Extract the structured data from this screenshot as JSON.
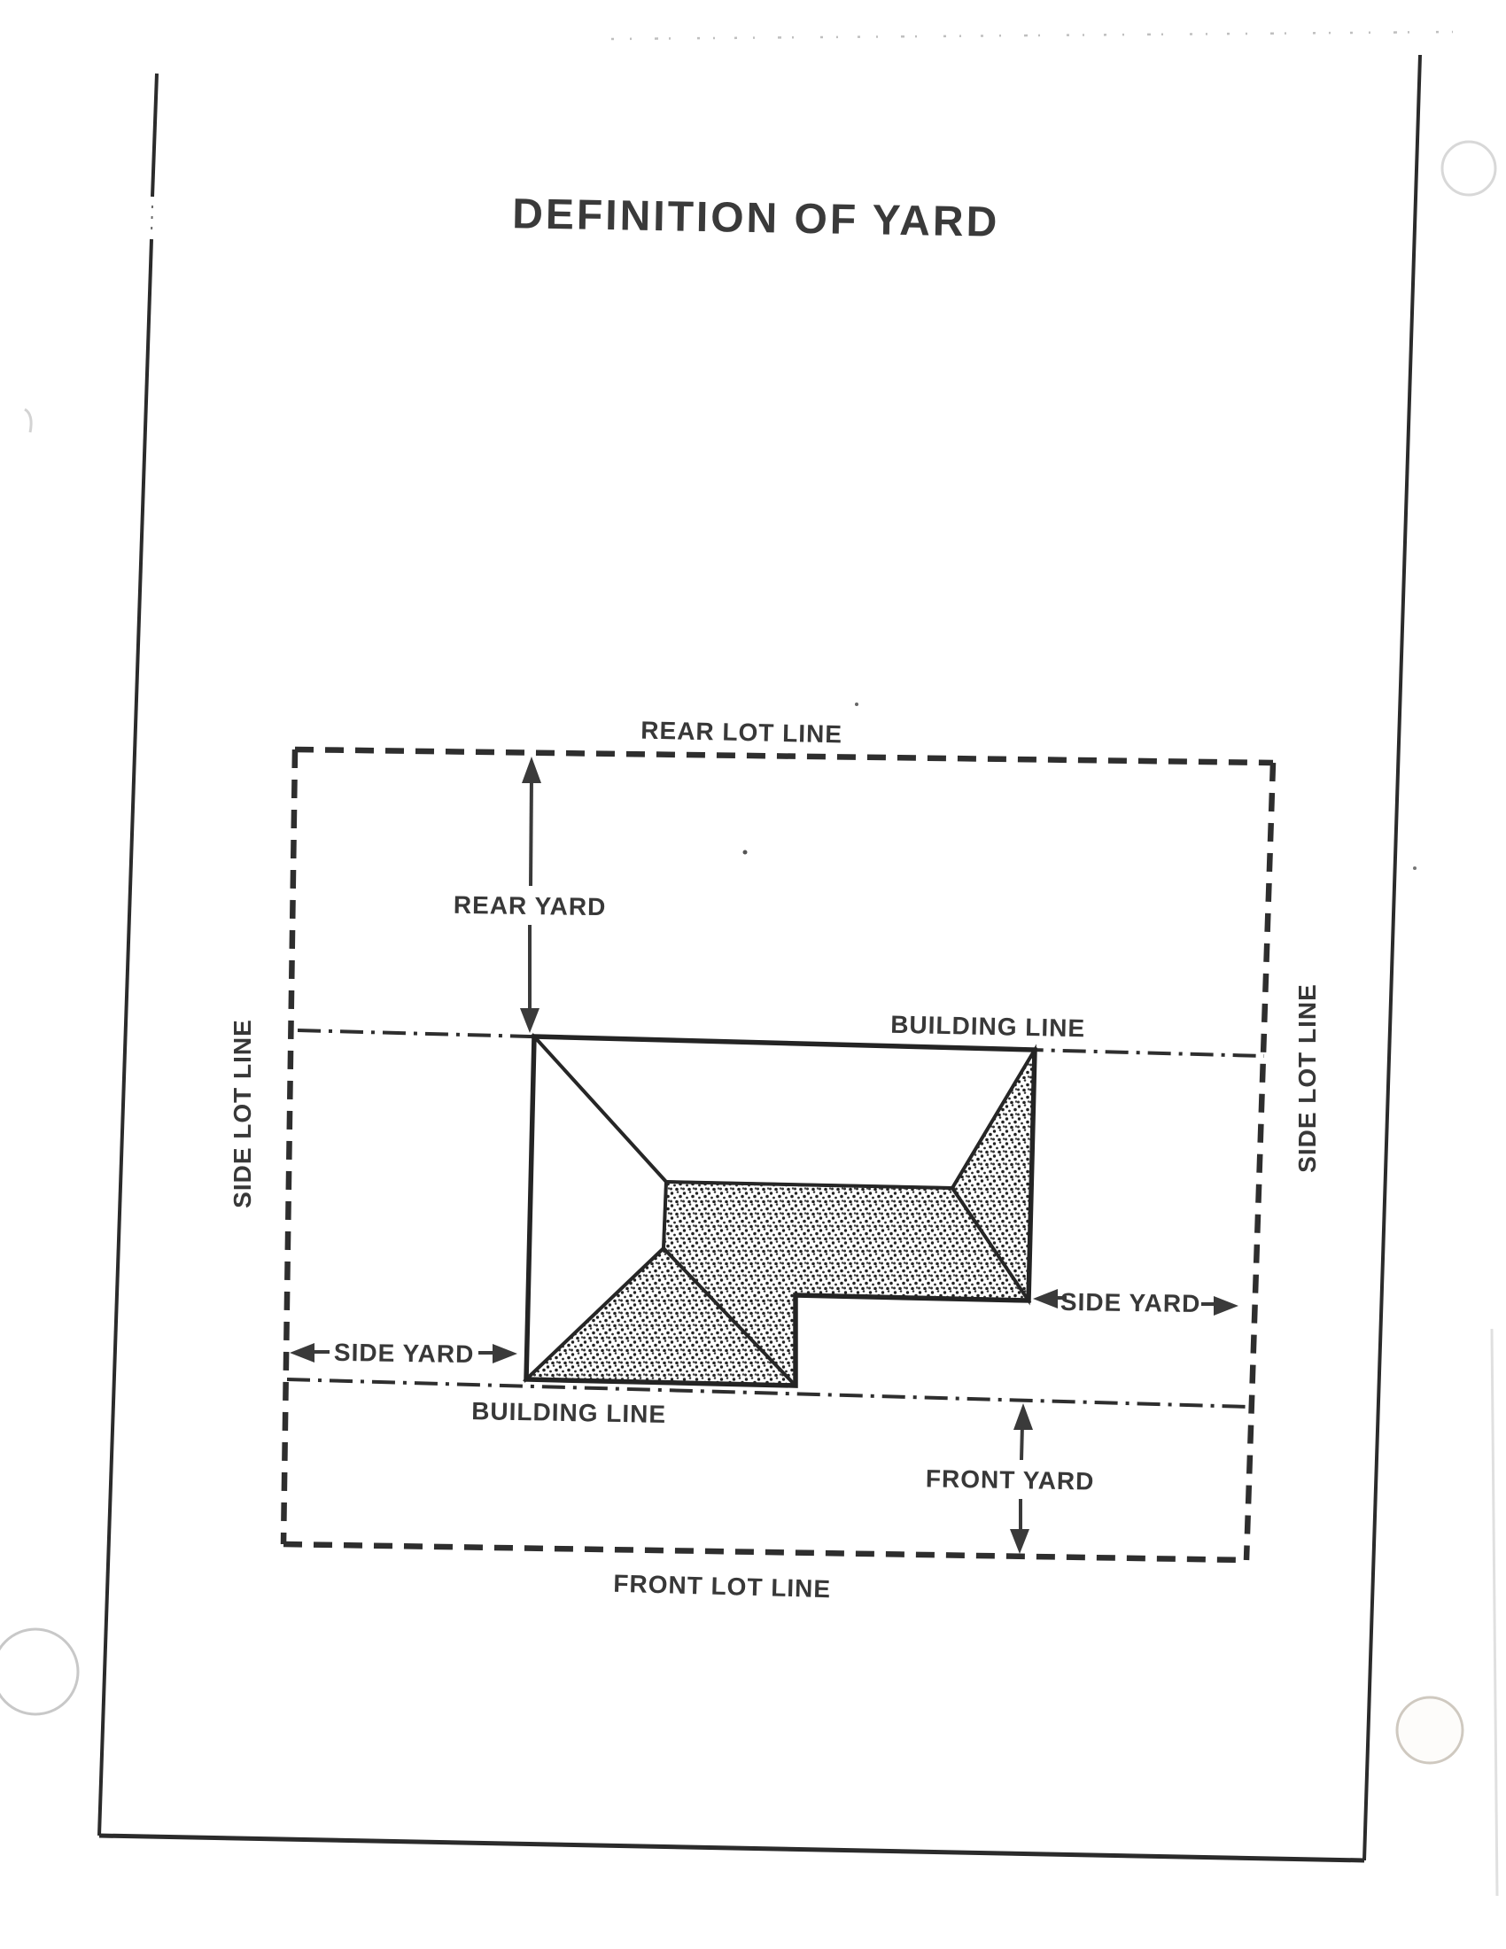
{
  "title": "DEFINITION OF YARD",
  "diagram": {
    "labels": {
      "rear_lot_line": "REAR LOT LINE",
      "front_lot_line": "FRONT LOT LINE",
      "side_lot_line_left": "SIDE LOT LINE",
      "side_lot_line_right": "SIDE LOT LINE",
      "building_line_upper": "BUILDING LINE",
      "building_line_lower": "BUILDING LINE",
      "rear_yard": "REAR YARD",
      "front_yard": "FRONT YARD",
      "side_yard_left": "SIDE YARD",
      "side_yard_right": "SIDE YARD"
    },
    "colors": {
      "ink": "#2e2e2e",
      "paper": "#ffffff",
      "artifact": "#cccccc"
    }
  }
}
